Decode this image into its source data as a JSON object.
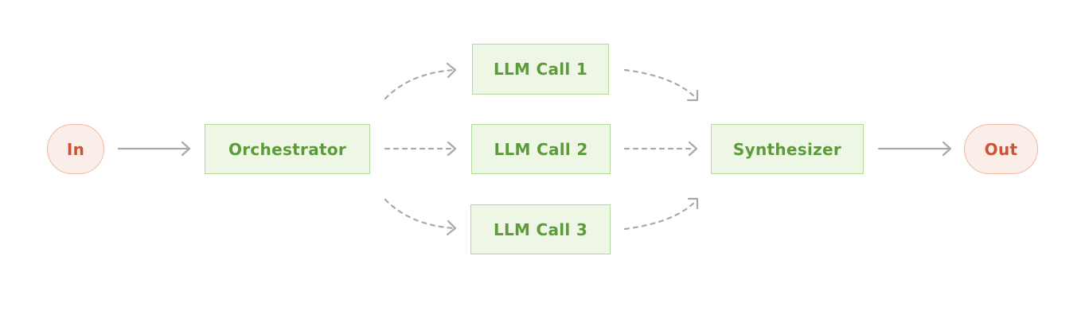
{
  "colors": {
    "terminal_fill": "#fbeee8",
    "terminal_border": "#f0b7a3",
    "terminal_text": "#c8553a",
    "step_fill": "#eef6e6",
    "step_border": "#b4d99a",
    "step_text": "#5d9a3a",
    "arrow": "#a9a9a9"
  },
  "nodes": {
    "input": "In",
    "orchestrator": "Orchestrator",
    "llm_call_1": "LLM Call 1",
    "llm_call_2": "LLM Call 2",
    "llm_call_3": "LLM Call 3",
    "synthesizer": "Synthesizer",
    "output": "Out"
  },
  "edges": [
    {
      "from": "input",
      "to": "orchestrator",
      "style": "solid"
    },
    {
      "from": "orchestrator",
      "to": "llm_call_1",
      "style": "dashed"
    },
    {
      "from": "orchestrator",
      "to": "llm_call_2",
      "style": "dashed"
    },
    {
      "from": "orchestrator",
      "to": "llm_call_3",
      "style": "dashed"
    },
    {
      "from": "llm_call_1",
      "to": "synthesizer",
      "style": "dashed"
    },
    {
      "from": "llm_call_2",
      "to": "synthesizer",
      "style": "dashed"
    },
    {
      "from": "llm_call_3",
      "to": "synthesizer",
      "style": "dashed"
    },
    {
      "from": "synthesizer",
      "to": "output",
      "style": "solid"
    }
  ]
}
